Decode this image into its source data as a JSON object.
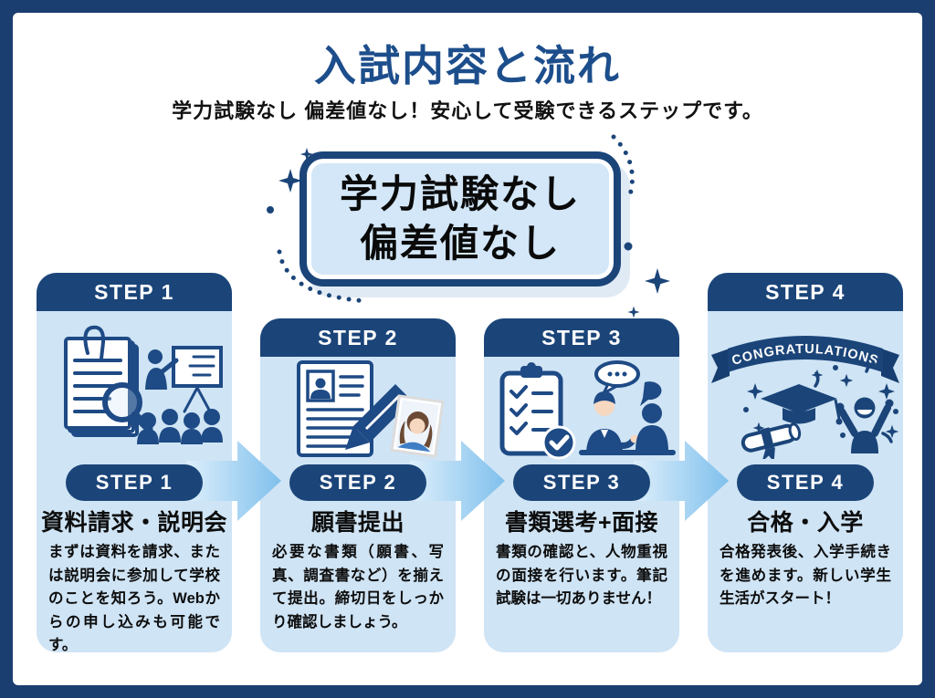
{
  "page": {
    "title": "入試内容と流れ",
    "subtitle": "学力試験なし 偏差値なし！安心して受験できるステップです。"
  },
  "badge": {
    "line1": "学力試験なし",
    "line2": "偏差値なし"
  },
  "steps": [
    {
      "header": "STEP 1",
      "pill": "STEP 1",
      "title": "資料請求・説明会",
      "description": "まずは資料を請求、または説明会に参加して学校のことを知ろう。Webからの申し込みも可能です。",
      "icon": "documents-magnifier-presentation-icon"
    },
    {
      "header": "STEP 2",
      "pill": "STEP 2",
      "title": "願書提出",
      "description": "必要な書類（願書、写真、調査書など）を揃えて提出。締切日をしっかり確認しましょう。",
      "icon": "application-form-pen-photo-icon"
    },
    {
      "header": "STEP 3",
      "pill": "STEP 3",
      "title": "書類選考+面接",
      "description": "書類の確認と、人物重視の面接を行います。筆記試験は一切ありません！",
      "icon": "clipboard-checklist-interview-icon"
    },
    {
      "header": "STEP 4",
      "pill": "STEP 4",
      "title": "合格・入学",
      "description": "合格発表後、入学手続きを進めます。新しい学生生活がスタート！",
      "icon": "graduation-celebration-icon",
      "banner": "CONGRATULATIONS"
    }
  ],
  "icons": {
    "flow": "arrow-right-icon",
    "decorations": [
      "sparkle-icon",
      "dotted-arc-icon"
    ]
  },
  "colors": {
    "frame_navy": "#1a3e70",
    "navy": "#1b4579",
    "icon_navy": "#1e4a85",
    "card_bg": "#cfe4f5",
    "badge_bg": "#d3e7f8",
    "title_blue": "#1d4e8c",
    "arrow_light": "#ddeffb",
    "arrow_deep": "#7fc0ec",
    "text_black": "#0d0d0d",
    "white": "#ffffff"
  }
}
